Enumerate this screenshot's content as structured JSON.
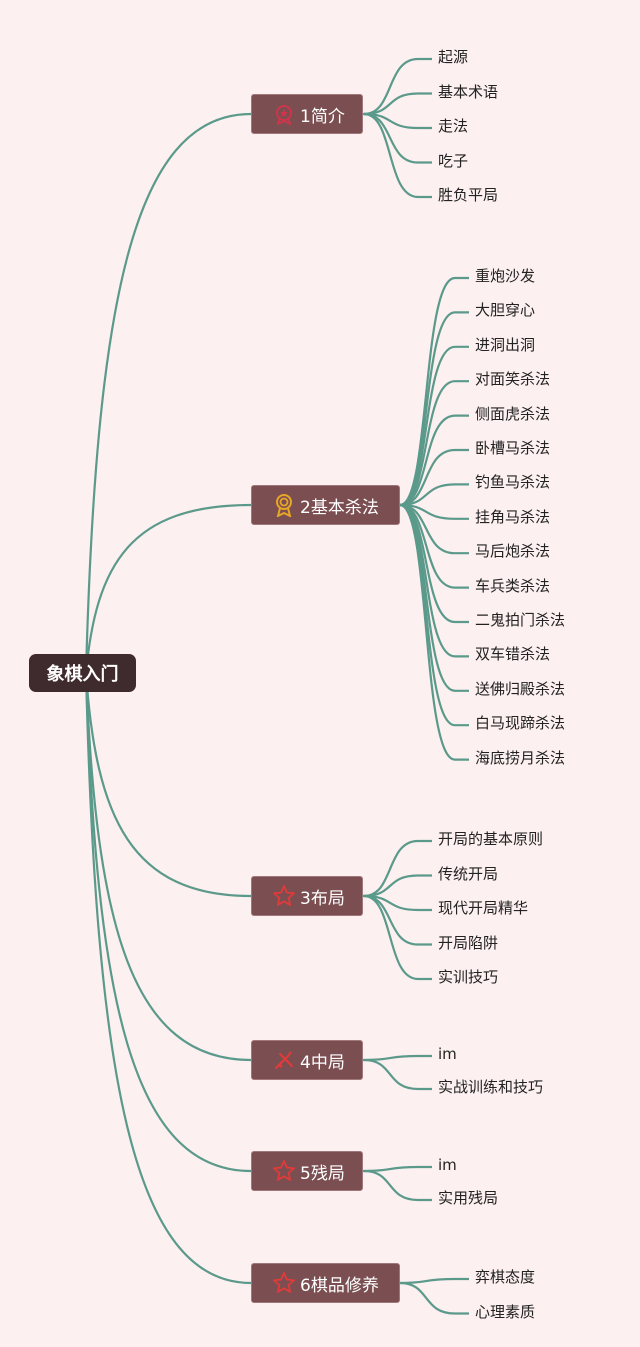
{
  "root": "象棋入门",
  "edge_color": "#5b9a8b",
  "branches": [
    {
      "label": "1简介",
      "icon": "medal-icon",
      "icon_color": "#d4334a",
      "children": [
        "起源",
        "基本术语",
        "走法",
        "吃子",
        "胜负平局"
      ]
    },
    {
      "label": "2基本杀法",
      "icon": "award-ribbon-icon",
      "icon_color": "#e8a626",
      "children": [
        "重炮沙发",
        "大胆穿心",
        "进洞出洞",
        "对面笑杀法",
        "侧面虎杀法",
        "卧槽马杀法",
        "钓鱼马杀法",
        "挂角马杀法",
        "马后炮杀法",
        "车兵类杀法",
        "二鬼拍门杀法",
        "双车错杀法",
        "送佛归殿杀法",
        "白马现蹄杀法",
        "海底捞月杀法"
      ]
    },
    {
      "label": "3布局",
      "icon": "star-outline-icon",
      "icon_color": "#e03a3a",
      "children": [
        "开局的基本原则",
        "传统开局",
        "现代开局精华",
        "开局陷阱",
        "实训技巧"
      ]
    },
    {
      "label": "4中局",
      "icon": "swords-icon",
      "icon_color": "#e03a3a",
      "children": [
        "im",
        "实战训练和技巧"
      ]
    },
    {
      "label": "5残局",
      "icon": "star-outline-icon",
      "icon_color": "#e03a3a",
      "children": [
        "im",
        "实用残局"
      ]
    },
    {
      "label": "6棋品修养",
      "icon": "star-outline-icon",
      "icon_color": "#e03a3a",
      "children": [
        "弈棋态度",
        "心理素质"
      ]
    }
  ]
}
